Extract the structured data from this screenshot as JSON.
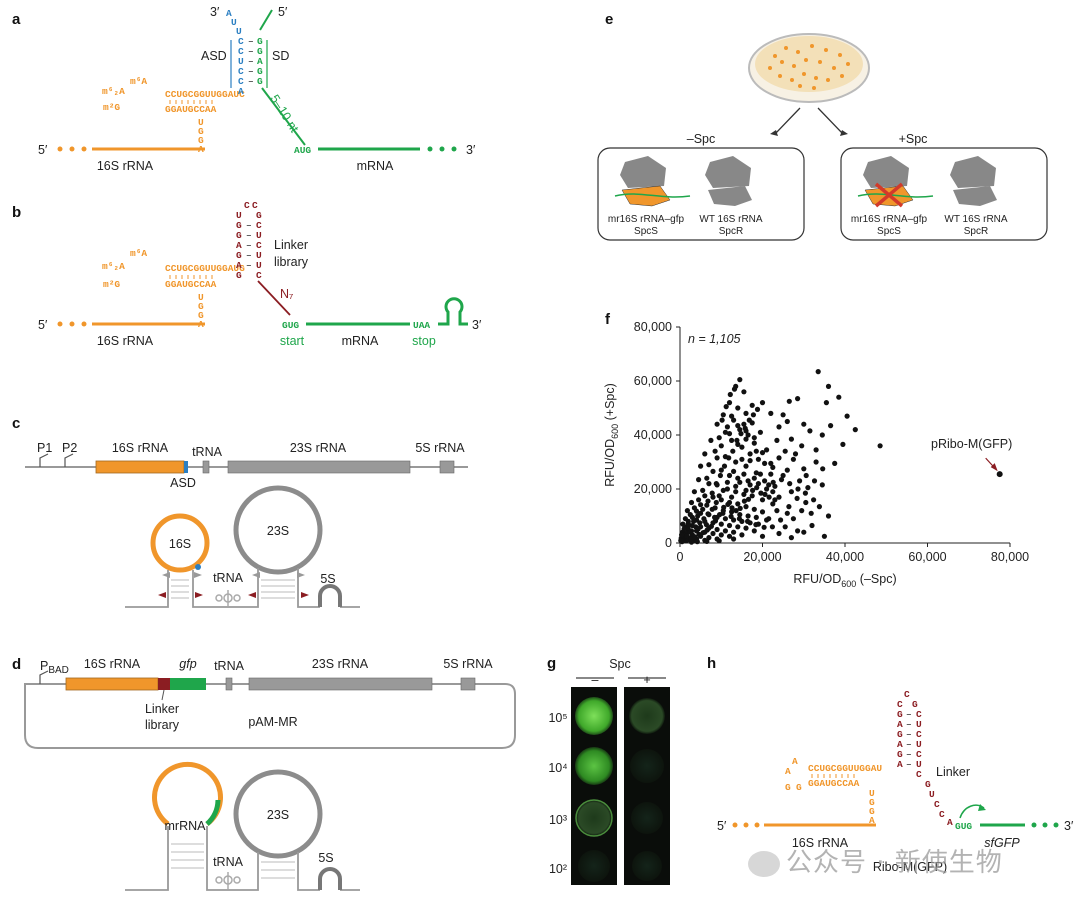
{
  "colors": {
    "orange": "#f0962b",
    "green": "#1fa64b",
    "blue": "#2b7fc2",
    "red": "#8b1d22",
    "gray": "#8c8c8c",
    "darkgray": "#6f6f6f"
  },
  "panels": {
    "a": {
      "label": "a",
      "asd": "ASD",
      "sd": "SD",
      "spacer": "5–10 nt",
      "five_prime": "5′",
      "three_prime": "3′",
      "rrna_label": "16S rRNA",
      "mrna_label": "mRNA",
      "start_codon": "AUG",
      "asd_seq": "AUUCCUCCA",
      "sd_seq": "GGAGG",
      "helix_top": "CCUGCGGUUGGAUC",
      "helix_bottom": "GGAUGCCAA",
      "tail": "UGGA",
      "mod1": "m⁶A",
      "mod2": "m⁶₂A",
      "mod3": "m²G"
    },
    "b": {
      "label": "b",
      "linker_library": [
        "Linker",
        "library"
      ],
      "n7": "N₇",
      "five_prime": "5′",
      "three_prime": "3′",
      "rrna_label": "16S rRNA",
      "mrna_label": "mRNA",
      "start_codon": "GUG",
      "stop_codon": "UAA",
      "start": "start",
      "stop": "stop",
      "helix_top": "CCUGCGGUUGGAUG",
      "helix_bottom": "GGAUGCCAA",
      "tail": "UGGA",
      "linker_left": "UGGAGAG",
      "linker_right": "CGCUCUC",
      "loop": "CC"
    },
    "c": {
      "label": "c",
      "p1": "P1",
      "p2": "P2",
      "rrna16": "16S rRNA",
      "trna": "tRNA",
      "rrna23": "23S rRNA",
      "rrna5": "5S rRNA",
      "asd": "ASD",
      "loop16": "16S",
      "loop23": "23S",
      "loop_trna": "tRNA",
      "loop5": "5S"
    },
    "d": {
      "label": "d",
      "pbad": "PBAD",
      "rrna16": "16S rRNA",
      "gfp": "gfp",
      "trna": "tRNA",
      "rrna23": "23S rRNA",
      "rrna5": "5S rRNA",
      "linker_library": [
        "Linker",
        "library"
      ],
      "plasmid": "pAM-MR",
      "loop_mrrna": "mrRNA",
      "loop23": "23S",
      "loop_trna": "tRNA",
      "loop5": "5S"
    },
    "e": {
      "label": "e",
      "minus": "–Spc",
      "plus": "+Spc",
      "mr_label": "mr16S rRNA–gfp",
      "wt_label": "WT 16S rRNA",
      "spc_s": "SpcS",
      "spc_r": "SpcR"
    },
    "g": {
      "label": "g",
      "spc": "Spc",
      "minus": "–",
      "plus": "+",
      "dilutions": [
        "10⁵",
        "10⁴",
        "10³",
        "10²"
      ]
    },
    "h": {
      "label": "h",
      "linker": "Linker",
      "five_prime": "5′",
      "three_prime": "3′",
      "rrna_label": "16S rRNA",
      "start_codon": "GUG",
      "sfgfp": "sfGFP",
      "ribo": "Ribo-M(GFP)",
      "helix_top": "CCUGCGGUUGGAU",
      "helix_bottom": "GGAUGCCAA",
      "tail": "UGGA"
    }
  },
  "chart_data": {
    "type": "scatter",
    "label": "f",
    "annotation_n": "n = 1,105",
    "highlight": {
      "name": "pRibo-M(GFP)",
      "x": 77500,
      "y": 25500
    },
    "xlabel": "RFU/OD600 (–Spc)",
    "ylabel": "RFU/OD600 (+Spc)",
    "xlim": [
      0,
      80000
    ],
    "ylim": [
      0,
      80000
    ],
    "xticks": [
      "0",
      "20,000",
      "40,000",
      "60,000",
      "80,000"
    ],
    "yticks": [
      "0",
      "20,000",
      "40,000",
      "60,000",
      "80,000"
    ],
    "points": [
      [
        36000,
        58000
      ],
      [
        33500,
        63500
      ],
      [
        40500,
        47000
      ],
      [
        42500,
        42000
      ],
      [
        48500,
        36000
      ],
      [
        39500,
        36500
      ],
      [
        30000,
        44000
      ],
      [
        28500,
        53500
      ],
      [
        26500,
        52500
      ],
      [
        35500,
        52000
      ],
      [
        24000,
        43000
      ],
      [
        31500,
        41500
      ],
      [
        33000,
        34500
      ],
      [
        29500,
        36000
      ],
      [
        37500,
        29500
      ],
      [
        34500,
        21500
      ],
      [
        32000,
        6500
      ],
      [
        28500,
        4500
      ],
      [
        35000,
        2500
      ],
      [
        22500,
        28000
      ],
      [
        25500,
        34000
      ],
      [
        27500,
        31000
      ],
      [
        14500,
        60500
      ],
      [
        13500,
        58000
      ],
      [
        15500,
        56000
      ],
      [
        12000,
        52000
      ],
      [
        16000,
        48000
      ],
      [
        13000,
        45500
      ],
      [
        14500,
        42000
      ],
      [
        16500,
        40000
      ],
      [
        18000,
        37000
      ],
      [
        12500,
        38000
      ],
      [
        15000,
        35500
      ],
      [
        17000,
        33000
      ],
      [
        11000,
        32000
      ],
      [
        13500,
        30000
      ],
      [
        16000,
        28500
      ],
      [
        18500,
        26000
      ],
      [
        10000,
        27000
      ],
      [
        12000,
        25000
      ],
      [
        14000,
        24000
      ],
      [
        16500,
        23000
      ],
      [
        19000,
        22000
      ],
      [
        21000,
        20000
      ],
      [
        9000,
        21500
      ],
      [
        11500,
        20000
      ],
      [
        13500,
        19000
      ],
      [
        15500,
        18000
      ],
      [
        17500,
        17500
      ],
      [
        20000,
        16000
      ],
      [
        22500,
        14500
      ],
      [
        8000,
        17000
      ],
      [
        10000,
        16000
      ],
      [
        12000,
        15000
      ],
      [
        14000,
        14500
      ],
      [
        16000,
        13500
      ],
      [
        18000,
        12500
      ],
      [
        20000,
        11500
      ],
      [
        6500,
        14000
      ],
      [
        8500,
        13000
      ],
      [
        10500,
        12000
      ],
      [
        12500,
        11500
      ],
      [
        14500,
        10500
      ],
      [
        16500,
        10000
      ],
      [
        18500,
        9500
      ],
      [
        21000,
        8500
      ],
      [
        5000,
        11000
      ],
      [
        7000,
        10500
      ],
      [
        9000,
        9500
      ],
      [
        11000,
        9000
      ],
      [
        13000,
        8500
      ],
      [
        15000,
        8000
      ],
      [
        17000,
        7500
      ],
      [
        19000,
        7000
      ],
      [
        4000,
        8500
      ],
      [
        6000,
        8000
      ],
      [
        8000,
        7500
      ],
      [
        10000,
        7000
      ],
      [
        12000,
        6500
      ],
      [
        14000,
        6000
      ],
      [
        16000,
        5500
      ],
      [
        3000,
        6500
      ],
      [
        5000,
        6000
      ],
      [
        7000,
        5500
      ],
      [
        9000,
        5000
      ],
      [
        11000,
        4500
      ],
      [
        13000,
        4000
      ],
      [
        2000,
        5000
      ],
      [
        4000,
        4500
      ],
      [
        6000,
        4000
      ],
      [
        8000,
        3500
      ],
      [
        10000,
        3000
      ],
      [
        1500,
        3500
      ],
      [
        3000,
        3000
      ],
      [
        5000,
        2500
      ],
      [
        7000,
        2000
      ],
      [
        1000,
        2500
      ],
      [
        2500,
        2000
      ],
      [
        4000,
        1500
      ],
      [
        800,
        1500
      ],
      [
        1500,
        800
      ],
      [
        500,
        500
      ],
      [
        2000,
        1200
      ],
      [
        3500,
        1000
      ],
      [
        6000,
        1000
      ],
      [
        9000,
        1500
      ],
      [
        12000,
        2500
      ],
      [
        20000,
        2500
      ],
      [
        24000,
        3500
      ],
      [
        26000,
        11000
      ],
      [
        23000,
        21000
      ],
      [
        25000,
        25000
      ],
      [
        27000,
        19000
      ],
      [
        29000,
        23000
      ],
      [
        30500,
        15000
      ],
      [
        19000,
        31000
      ],
      [
        21000,
        34500
      ],
      [
        23500,
        38000
      ],
      [
        26000,
        45000
      ],
      [
        22000,
        48000
      ],
      [
        17500,
        44500
      ],
      [
        19500,
        41000
      ],
      [
        11500,
        43000
      ],
      [
        9500,
        39000
      ],
      [
        8500,
        34000
      ],
      [
        7000,
        29000
      ],
      [
        6500,
        24000
      ],
      [
        5500,
        19500
      ],
      [
        4500,
        16000
      ],
      [
        3500,
        13000
      ],
      [
        2500,
        10500
      ],
      [
        2000,
        8000
      ],
      [
        1200,
        6000
      ],
      [
        13000,
        26500
      ],
      [
        15000,
        31000
      ],
      [
        14000,
        36500
      ],
      [
        16000,
        38500
      ],
      [
        12500,
        47000
      ],
      [
        14000,
        50000
      ],
      [
        15500,
        44000
      ],
      [
        11000,
        41000
      ],
      [
        17000,
        30500
      ],
      [
        18500,
        34000
      ],
      [
        20500,
        29500
      ],
      [
        22000,
        25500
      ],
      [
        24000,
        17000
      ],
      [
        26000,
        27000
      ],
      [
        28000,
        33000
      ],
      [
        30000,
        27500
      ],
      [
        31000,
        20500
      ],
      [
        33000,
        30000
      ],
      [
        34500,
        40000
      ],
      [
        36500,
        43500
      ],
      [
        38500,
        54000
      ],
      [
        27000,
        38500
      ],
      [
        25000,
        47500
      ],
      [
        20000,
        52000
      ],
      [
        17500,
        51000
      ],
      [
        10500,
        47500
      ],
      [
        9000,
        44000
      ],
      [
        7500,
        38000
      ],
      [
        6000,
        33000
      ],
      [
        5000,
        28500
      ],
      [
        4500,
        23500
      ],
      [
        3500,
        19000
      ],
      [
        2800,
        15000
      ],
      [
        1800,
        12000
      ],
      [
        1300,
        9000
      ],
      [
        700,
        7000
      ],
      [
        600,
        4000
      ],
      [
        1200,
        3000
      ],
      [
        2200,
        6500
      ],
      [
        3300,
        8000
      ],
      [
        4300,
        10000
      ],
      [
        5500,
        12500
      ],
      [
        6800,
        15500
      ],
      [
        7800,
        18500
      ],
      [
        8800,
        22000
      ],
      [
        9800,
        25000
      ],
      [
        10800,
        28500
      ],
      [
        11800,
        31500
      ],
      [
        12800,
        34000
      ],
      [
        13800,
        38000
      ],
      [
        14800,
        40500
      ],
      [
        15800,
        42500
      ],
      [
        16800,
        45500
      ],
      [
        17800,
        47500
      ],
      [
        18800,
        49500
      ],
      [
        12200,
        55000
      ],
      [
        13200,
        57000
      ],
      [
        11200,
        50500
      ],
      [
        10200,
        45500
      ],
      [
        21500,
        9000
      ],
      [
        23500,
        12000
      ],
      [
        25500,
        6000
      ],
      [
        27500,
        9000
      ],
      [
        29500,
        12000
      ],
      [
        30000,
        4000
      ],
      [
        18000,
        4500
      ],
      [
        15000,
        3000
      ],
      [
        13000,
        1500
      ],
      [
        9500,
        800
      ],
      [
        6500,
        600
      ],
      [
        4200,
        500
      ],
      [
        2800,
        300
      ],
      [
        16000,
        19500
      ],
      [
        17000,
        21500
      ],
      [
        18000,
        24000
      ],
      [
        19500,
        25500
      ],
      [
        20500,
        23000
      ],
      [
        21500,
        21500
      ],
      [
        22500,
        19000
      ],
      [
        23000,
        16000
      ],
      [
        12500,
        17000
      ],
      [
        13500,
        21000
      ],
      [
        14500,
        22500
      ],
      [
        15500,
        25500
      ],
      [
        11500,
        22500
      ],
      [
        10500,
        19500
      ],
      [
        9500,
        17500
      ],
      [
        8800,
        15000
      ],
      [
        7800,
        12500
      ],
      [
        6800,
        10800
      ],
      [
        5800,
        9000
      ],
      [
        4800,
        7500
      ],
      [
        3800,
        6000
      ],
      [
        2800,
        4500
      ],
      [
        1800,
        3800
      ],
      [
        900,
        3000
      ],
      [
        300,
        1800
      ],
      [
        200,
        900
      ],
      [
        1600,
        2600
      ],
      [
        2600,
        1500
      ],
      [
        3600,
        2300
      ],
      [
        4600,
        3200
      ],
      [
        5600,
        3800
      ],
      [
        6600,
        4800
      ],
      [
        7600,
        6200
      ],
      [
        8600,
        8200
      ],
      [
        9600,
        10500
      ],
      [
        10600,
        13200
      ],
      [
        11600,
        14300
      ],
      [
        12600,
        13000
      ],
      [
        13600,
        12000
      ],
      [
        14600,
        12800
      ],
      [
        15600,
        15500
      ],
      [
        16600,
        16200
      ],
      [
        17600,
        19500
      ],
      [
        18600,
        20500
      ],
      [
        19600,
        18500
      ],
      [
        20600,
        18000
      ],
      [
        21600,
        17000
      ],
      [
        22600,
        22500
      ],
      [
        24600,
        23500
      ],
      [
        26600,
        22000
      ],
      [
        28600,
        20000
      ],
      [
        30600,
        25000
      ],
      [
        32600,
        23000
      ],
      [
        34600,
        27500
      ],
      [
        24000,
        31500
      ],
      [
        22000,
        29500
      ],
      [
        20000,
        33500
      ],
      [
        18000,
        39000
      ],
      [
        16000,
        41500
      ],
      [
        14000,
        43500
      ],
      [
        12000,
        40500
      ],
      [
        10000,
        36000
      ],
      [
        9000,
        31500
      ],
      [
        8000,
        26500
      ],
      [
        7000,
        22000
      ],
      [
        6000,
        17500
      ],
      [
        5000,
        14200
      ],
      [
        4000,
        11800
      ],
      [
        3000,
        9500
      ],
      [
        2000,
        7200
      ],
      [
        1000,
        5200
      ],
      [
        400,
        3000
      ],
      [
        2400,
        4000
      ],
      [
        4400,
        5200
      ],
      [
        6400,
        6800
      ],
      [
        8400,
        9500
      ],
      [
        10400,
        11000
      ],
      [
        12400,
        9800
      ],
      [
        14400,
        9000
      ],
      [
        16400,
        8000
      ],
      [
        18400,
        6800
      ],
      [
        20400,
        5800
      ],
      [
        22400,
        6000
      ],
      [
        24400,
        8500
      ],
      [
        26400,
        13500
      ],
      [
        28400,
        16500
      ],
      [
        30400,
        18500
      ],
      [
        32400,
        16000
      ],
      [
        31800,
        11000
      ],
      [
        33800,
        13500
      ],
      [
        36000,
        10000
      ],
      [
        27000,
        2000
      ]
    ]
  }
}
